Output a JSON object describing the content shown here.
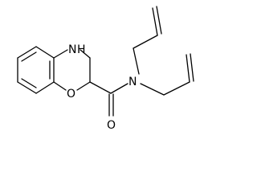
{
  "molecule": {
    "atom_labels": {
      "amine_n": "N",
      "amine_h": "H",
      "ring_o": "O",
      "carbonyl_o": "O",
      "amide_n": "N"
    }
  },
  "colors": {
    "bond": "#000000",
    "background": "#ffffff"
  }
}
